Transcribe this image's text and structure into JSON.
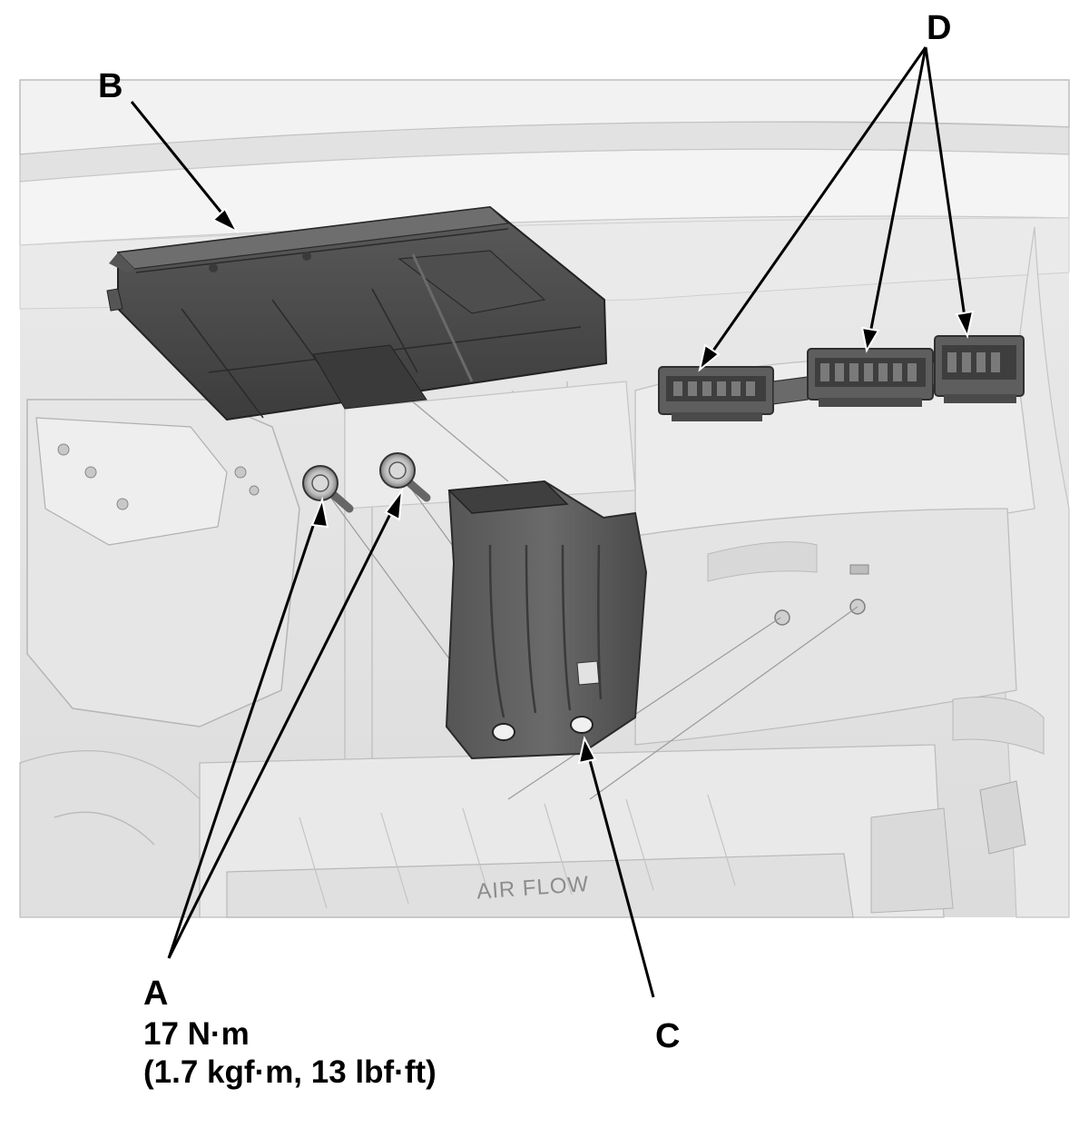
{
  "callouts": {
    "a": "A",
    "b": "B",
    "c": "C",
    "d": "D"
  },
  "torque_spec": {
    "line1": "17 N·m",
    "line2": "(1.7 kgf·m, 13 lbf·ft)"
  },
  "panel_markings": {
    "air_flow": "AIR FLOW"
  },
  "colors": {
    "module_dark": "#4a4a4a",
    "background_panel": "#e6e6e6",
    "line": "#000000"
  }
}
